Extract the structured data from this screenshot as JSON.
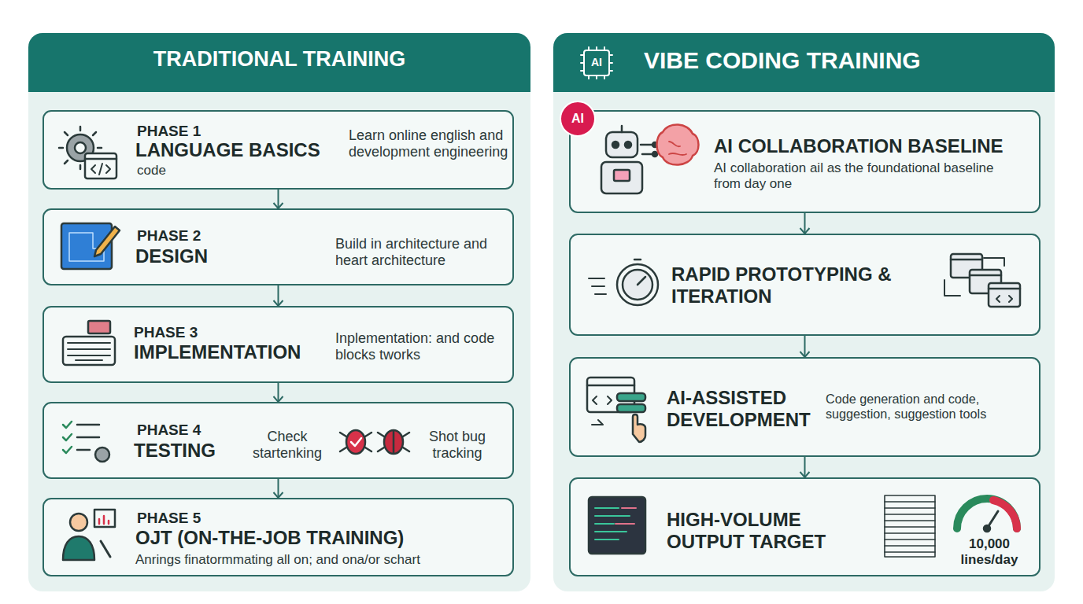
{
  "diagram": {
    "nodes": [
      {
        "text": [
          "TRADITIONAL TRAINING"
        ]
      },
      {
        "text": [
          "PHASE 1",
          "LANGUAGE BASICS",
          "code",
          "Learn online english and development engineering"
        ],
        "in": 0
      },
      {
        "text": [
          "PHASE 2",
          "DESIGN",
          "Build in architecture and heart architecture"
        ],
        "in": 0
      },
      {
        "text": [
          "PHASE 3",
          "IMPLEMENTATION",
          "Inplementation: and code blocks tworks"
        ],
        "in": 0
      },
      {
        "text": [
          "PHASE 4",
          "TESTING",
          "Check startenking",
          "Shot bug tracking"
        ],
        "in": 0
      },
      {
        "text": [
          "PHASE 5",
          "OJT (ON-THE-JOB TRAINING)",
          "Anrings finatormmating all on; and ona/or schart"
        ],
        "in": 0
      },
      {
        "text": [
          "AI",
          "VIBE CODING TRAINING"
        ]
      },
      {
        "text": [
          "AI COLLABORATION BASELINE",
          "AI collaboration ail as the foundational baseline from day one"
        ],
        "in": 6
      },
      {
        "text": [
          "RAPID PROTOTYPING & ITERATION"
        ],
        "in": 6
      },
      {
        "text": [
          "AI-ASSISTED DEVELOPMENT",
          "Code generation and code, suggestion, suggestion tools"
        ],
        "in": 6
      },
      {
        "text": [
          "HIGH-VOLUME OUTPUT TARGET",
          "10,000 lines/day"
        ],
        "in": 6
      }
    ],
    "edges": [
      {
        "from": 1,
        "to": 2,
        "arrow": "to"
      },
      {
        "from": 2,
        "to": 3,
        "arrow": "to"
      },
      {
        "from": 3,
        "to": 4,
        "arrow": "to"
      },
      {
        "from": 4,
        "to": 5,
        "arrow": "to"
      },
      {
        "from": 7,
        "to": 8,
        "arrow": "to"
      },
      {
        "from": 8,
        "to": 9,
        "arrow": "to"
      },
      {
        "from": 9,
        "to": 10,
        "arrow": "to"
      }
    ],
    "labels": [
      "AI"
    ]
  }
}
